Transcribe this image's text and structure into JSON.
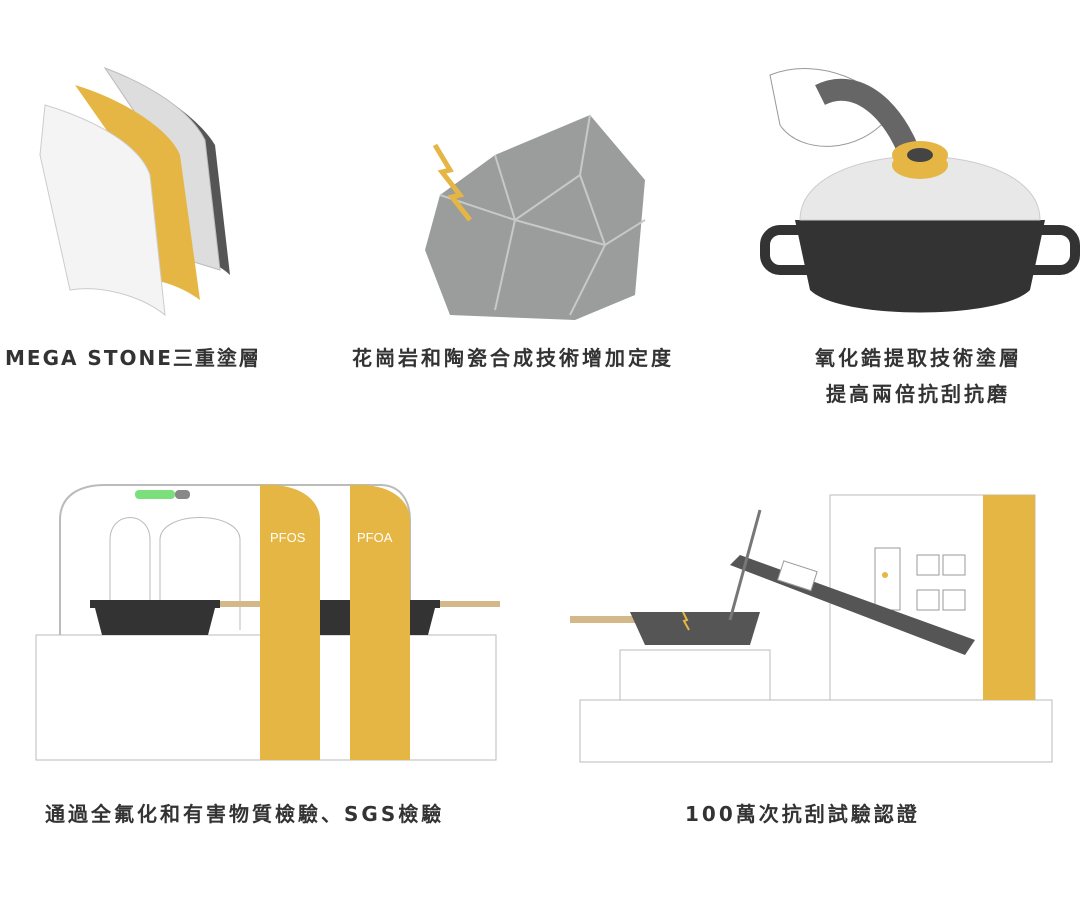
{
  "features": [
    {
      "caption": "MEGA STONE三重塗層"
    },
    {
      "caption": "花崗岩和陶瓷合成技術增加定度"
    },
    {
      "caption_line1": "氧化鋯提取技術塗層",
      "caption_line2": "提高兩倍抗刮抗磨"
    },
    {
      "caption": "通過全氟化和有害物質檢驗、SGS檢驗",
      "label_a": "PFOS",
      "label_b": "PFOA"
    },
    {
      "caption": "100萬次抗刮試驗認證"
    }
  ],
  "colors": {
    "accent": "#e5b643",
    "stone": "#9b9c9c",
    "dark": "#333333",
    "line": "#bdbdbd"
  }
}
